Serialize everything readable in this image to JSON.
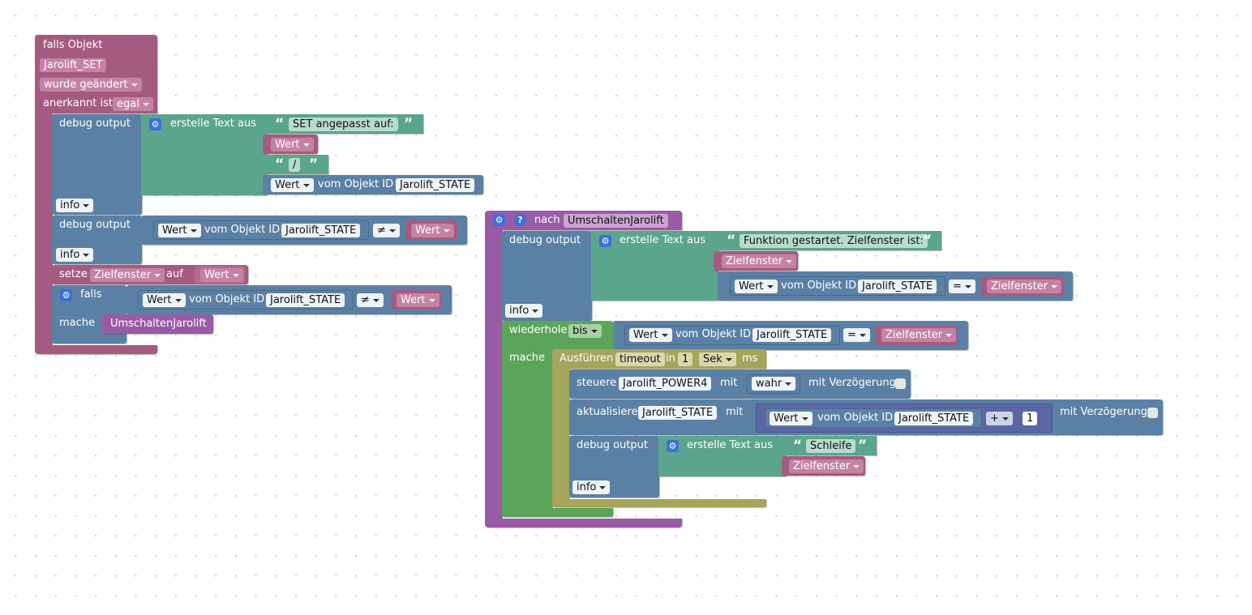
{
  "left": {
    "trigger": {
      "title": "falls Objekt",
      "object": "Jarolift_SET",
      "condition": "wurde geändert",
      "ack_label": "anerkannt ist",
      "ack_value": "egal"
    },
    "debug1": {
      "label": "debug output",
      "create_text": "erstelle Text aus",
      "text1": "SET angepasst auf:",
      "item2": "Wert",
      "text3": "/",
      "item4_value": "Wert",
      "item4_from": "vom Objekt ID",
      "item4_obj": "Jarolift_STATE",
      "level": "info"
    },
    "debug2": {
      "label": "debug output",
      "value": "Wert",
      "from": "vom Objekt ID",
      "obj": "Jarolift_STATE",
      "op": "≠",
      "right": "Wert",
      "level": "info"
    },
    "set": {
      "label": "setze",
      "var": "Zielfenster",
      "to": "auf",
      "value": "Wert"
    },
    "if": {
      "label": "falls",
      "value": "Wert",
      "from": "vom Objekt ID",
      "obj": "Jarolift_STATE",
      "op": "≠",
      "right": "Wert",
      "do": "mache",
      "call": "UmschaltenJarolift"
    }
  },
  "right": {
    "function": {
      "label": "nach",
      "name": "UmschaltenJarolift"
    },
    "debug1": {
      "label": "debug output",
      "create_text": "erstelle Text aus",
      "text1": "Funktion gestartet. Zielfenster ist:",
      "item2": "Zielfenster",
      "cmp_value": "Wert",
      "cmp_from": "vom Objekt ID",
      "cmp_obj": "Jarolift_STATE",
      "cmp_op": "=",
      "cmp_right": "Zielfenster",
      "level": "info"
    },
    "loop": {
      "label": "wiederhole",
      "mode": "bis",
      "value": "Wert",
      "from": "vom Objekt ID",
      "obj": "Jarolift_STATE",
      "op": "=",
      "right": "Zielfenster",
      "do": "mache"
    },
    "timeout": {
      "label": "Ausführen",
      "name": "timeout",
      "in": "in",
      "amount": "1",
      "unit": "Sek",
      "ms": "ms"
    },
    "control": {
      "label": "steuere",
      "obj": "Jarolift_POWER4",
      "with": "mit",
      "value": "wahr",
      "delay": "mit Verzögerung"
    },
    "update": {
      "label": "aktualisiere",
      "obj": "Jarolift_STATE",
      "with": "mit",
      "value": "Wert",
      "from": "vom Objekt ID",
      "src": "Jarolift_STATE",
      "op": "+",
      "num": "1",
      "delay": "mit Verzögerung"
    },
    "debug2": {
      "label": "debug output",
      "create_text": "erstelle Text aus",
      "text1": "Schleife",
      "item2": "Zielfenster",
      "level": "info"
    }
  },
  "icons": {
    "gear": "gear-icon",
    "help": "help-icon"
  },
  "colors": {
    "event": "#a55b80",
    "debug": "#5b80a5",
    "text": "#5ba58c",
    "function": "#9a5ba5",
    "loop": "#5ba55b",
    "timeout": "#a5a55b"
  }
}
